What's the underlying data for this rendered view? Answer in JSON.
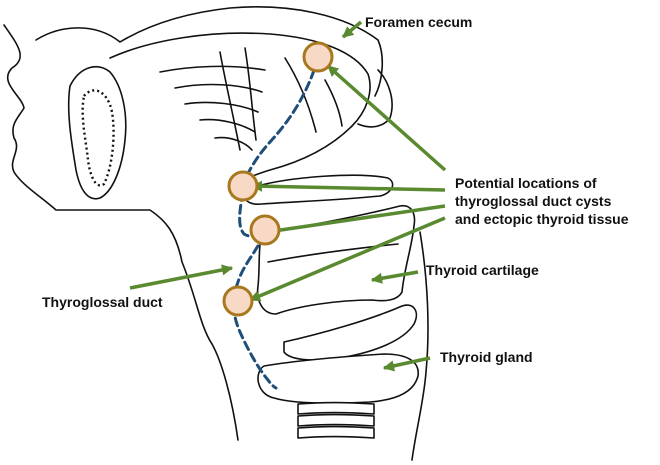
{
  "labels": {
    "foramen_cecum": "Foramen cecum",
    "potential_1": "Potential locations of",
    "potential_2": "thyroglossal duct cysts",
    "potential_3": "and ectopic thyroid tissue",
    "thyroid_cartilage": "Thyroid cartilage",
    "thyroglossal_duct": "Thyroglossal duct",
    "thyroid_gland": "Thyroid gland"
  },
  "colors": {
    "arrow": "#5a8a2f",
    "duct": "#1f4e79",
    "location_fill": "#f8d9c6",
    "location_stroke": "#a8781e",
    "outline": "#111111"
  }
}
